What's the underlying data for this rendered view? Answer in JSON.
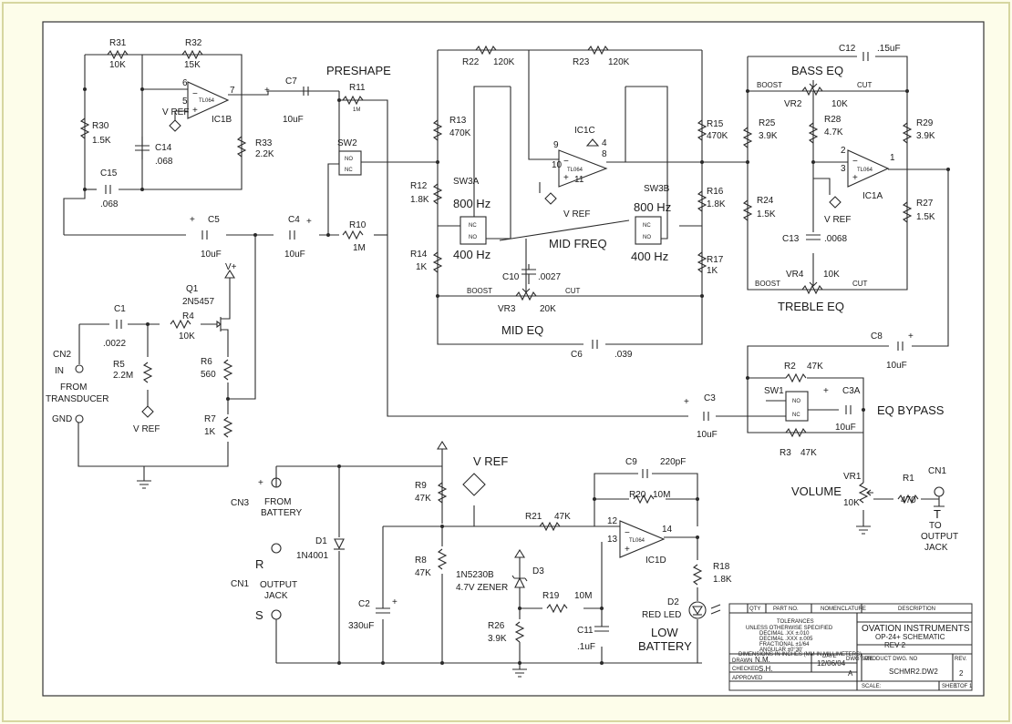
{
  "sections": {
    "preshape": "PRESHAPE",
    "bass_eq": "BASS EQ",
    "treble_eq": "TREBLE EQ",
    "mid_eq": "MID EQ",
    "mid_freq": "MID FREQ",
    "eq_bypass": "EQ BYPASS",
    "volume": "VOLUME"
  },
  "resistors": {
    "R31": {
      "name": "R31",
      "value": "10K"
    },
    "R32": {
      "name": "R32",
      "value": "15K"
    },
    "R30": {
      "name": "R30",
      "value": "1.5K"
    },
    "R33": {
      "name": "R33",
      "value": "2.2K"
    },
    "R11": {
      "name": "R11",
      "value": "1M"
    },
    "R10": {
      "name": "R10",
      "value": "1M"
    },
    "R22": {
      "name": "R22",
      "value": "120K"
    },
    "R23": {
      "name": "R23",
      "value": "120K"
    },
    "R13": {
      "name": "R13",
      "value": "470K"
    },
    "R12": {
      "name": "R12",
      "value": "1.8K"
    },
    "R14": {
      "name": "R14",
      "value": "1K"
    },
    "R15": {
      "name": "R15",
      "value": "470K"
    },
    "R16": {
      "name": "R16",
      "value": "1.8K"
    },
    "R17": {
      "name": "R17",
      "value": "1K"
    },
    "R25": {
      "name": "R25",
      "value": "3.9K"
    },
    "R28": {
      "name": "R28",
      "value": "4.7K"
    },
    "R29": {
      "name": "R29",
      "value": "3.9K"
    },
    "R24": {
      "name": "R24",
      "value": "1.5K"
    },
    "R27": {
      "name": "R27",
      "value": "1.5K"
    },
    "R4": {
      "name": "R4",
      "value": "10K"
    },
    "R5": {
      "name": "R5",
      "value": "2.2M"
    },
    "R6": {
      "name": "R6",
      "value": "560"
    },
    "R7": {
      "name": "R7",
      "value": "1K"
    },
    "R2": {
      "name": "R2",
      "value": "47K"
    },
    "R3": {
      "name": "R3",
      "value": "47K"
    },
    "R1": {
      "name": "R1",
      "value": "470"
    },
    "R9": {
      "name": "R9",
      "value": "47K"
    },
    "R8": {
      "name": "R8",
      "value": "47K"
    },
    "R21": {
      "name": "R21",
      "value": "47K"
    },
    "R20": {
      "name": "R20",
      "value": "10M"
    },
    "R19": {
      "name": "R19",
      "value": "10M"
    },
    "R26": {
      "name": "R26",
      "value": "3.9K"
    },
    "R18": {
      "name": "R18",
      "value": "1.8K"
    }
  },
  "capacitors": {
    "C7": {
      "name": "C7",
      "value": "10uF"
    },
    "C14": {
      "name": "C14",
      "value": ".068"
    },
    "C15": {
      "name": "C15",
      "value": ".068"
    },
    "C5": {
      "name": "C5",
      "value": "10uF"
    },
    "C4": {
      "name": "C4",
      "value": "10uF"
    },
    "C10": {
      "name": "C10",
      "value": ".0027"
    },
    "C6": {
      "name": "C6",
      "value": ".039"
    },
    "C12": {
      "name": "C12",
      "value": ".15uF"
    },
    "C13": {
      "name": "C13",
      "value": ".0068"
    },
    "C8": {
      "name": "C8",
      "value": "10uF"
    },
    "C3": {
      "name": "C3",
      "value": "10uF"
    },
    "C3A": {
      "name": "C3A",
      "value": "10uF"
    },
    "C1": {
      "name": "C1",
      "value": ".0022"
    },
    "C9": {
      "name": "C9",
      "value": "220pF"
    },
    "C2": {
      "name": "C2",
      "value": "330uF"
    },
    "C11": {
      "name": "C11",
      "value": ".1uF"
    }
  },
  "pots": {
    "VR2": {
      "name": "VR2",
      "value": "10K",
      "boost": "BOOST",
      "cut": "CUT"
    },
    "VR4": {
      "name": "VR4",
      "value": "10K",
      "boost": "BOOST",
      "cut": "CUT"
    },
    "VR3": {
      "name": "VR3",
      "value": "20K",
      "boost": "BOOST",
      "cut": "CUT"
    },
    "VR1": {
      "name": "VR1",
      "value": "10K"
    }
  },
  "opamps": {
    "IC1B": {
      "name": "IC1B",
      "part": "TL064",
      "pin_a": "6",
      "pin_b": "5",
      "pin_out": "7"
    },
    "IC1C": {
      "name": "IC1C",
      "part": "TL064",
      "pin_a": "9",
      "pin_b": "10",
      "pin_out": "8",
      "pin_v": "4",
      "pin_g": "11"
    },
    "IC1A": {
      "name": "IC1A",
      "part": "TL064",
      "pin_a": "2",
      "pin_b": "3",
      "pin_out": "1"
    },
    "IC1D": {
      "name": "IC1D",
      "part": "TL064",
      "pin_a": "12",
      "pin_b": "13",
      "pin_out": "14"
    }
  },
  "switches": {
    "SW2": {
      "name": "SW2",
      "no": "NO",
      "nc": "NC"
    },
    "SW3A": {
      "name": "SW3A",
      "nc": "NC",
      "no": "NO",
      "f1": "800 Hz",
      "f2": "400 Hz"
    },
    "SW3B": {
      "name": "SW3B",
      "nc": "NC",
      "no": "NO",
      "f1": "800 Hz",
      "f2": "400 Hz"
    },
    "SW1": {
      "name": "SW1",
      "no": "NO",
      "nc": "NC"
    }
  },
  "semis": {
    "Q1": {
      "name": "Q1",
      "part": "2N5457"
    },
    "D1": {
      "name": "D1",
      "part": "1N4001"
    },
    "D3": {
      "name": "D3",
      "part": "1N5230B",
      "desc": "4.7V ZENER"
    },
    "D2": {
      "name": "D2",
      "desc": "RED LED"
    }
  },
  "labels": {
    "vref": "V REF",
    "vref_big": "V REF",
    "vplus": "V+",
    "plus": "+",
    "cn2": "CN2",
    "in": "IN",
    "from_transducer_1": "FROM",
    "from_transducer_2": "TRANSDUCER",
    "gnd": "GND",
    "cn3": "CN3",
    "from_battery_1": "FROM",
    "from_battery_2": "BATTERY",
    "cn1_left": "CN1",
    "output_jack_1": "OUTPUT",
    "output_jack_2": "JACK",
    "r": "R",
    "s": "S",
    "cn1_right": "CN1",
    "t": "T",
    "to_output_1": "TO",
    "to_output_2": "OUTPUT",
    "to_output_3": "JACK",
    "low": "LOW",
    "battery": "BATTERY"
  },
  "title_block": {
    "qty": "QTY",
    "part_no": "PART NO.",
    "nomenclature": "NOMENCLATURE",
    "description": "DESCRIPTION",
    "company": "OVATION INSTRUMENTS",
    "title_1": "OP-24+ SCHEMATIC",
    "title_2": "REV 2",
    "tolerances": "TOLERANCES",
    "tol_unless": "UNLESS OTHERWISE SPECIFIED",
    "tol_decimal_1": "DECIMAL   .XX    ±.010",
    "tol_decimal_2": "DECIMAL   .XXX   ±.005",
    "tol_fractional": "FRACTIONAL       ±1/64",
    "tol_angular": "ANGULAR          ±0°30'",
    "tol_dims": "DIMENSIONS IN INCHES (MM IN MILLIMETERS)",
    "drawn_label": "DRAWN",
    "drawn_by": "N.M.",
    "date_label": "DATE",
    "date": "12/06/04",
    "checked_label": "CHECKED",
    "checked_by": "S.H.",
    "approved_label": "APPROVED",
    "dwg_size_label": "DWG SIZE",
    "dwg_size": "A",
    "product_label": "PRODUCT DWG. NO",
    "dwg_no": "SCHMR2.DW2",
    "rev_label": "REV.",
    "rev": "2",
    "scale_label": "SCALE:",
    "sheet_label": "SHEET",
    "sheet_no": "1",
    "sheet_of": "OF 1"
  }
}
